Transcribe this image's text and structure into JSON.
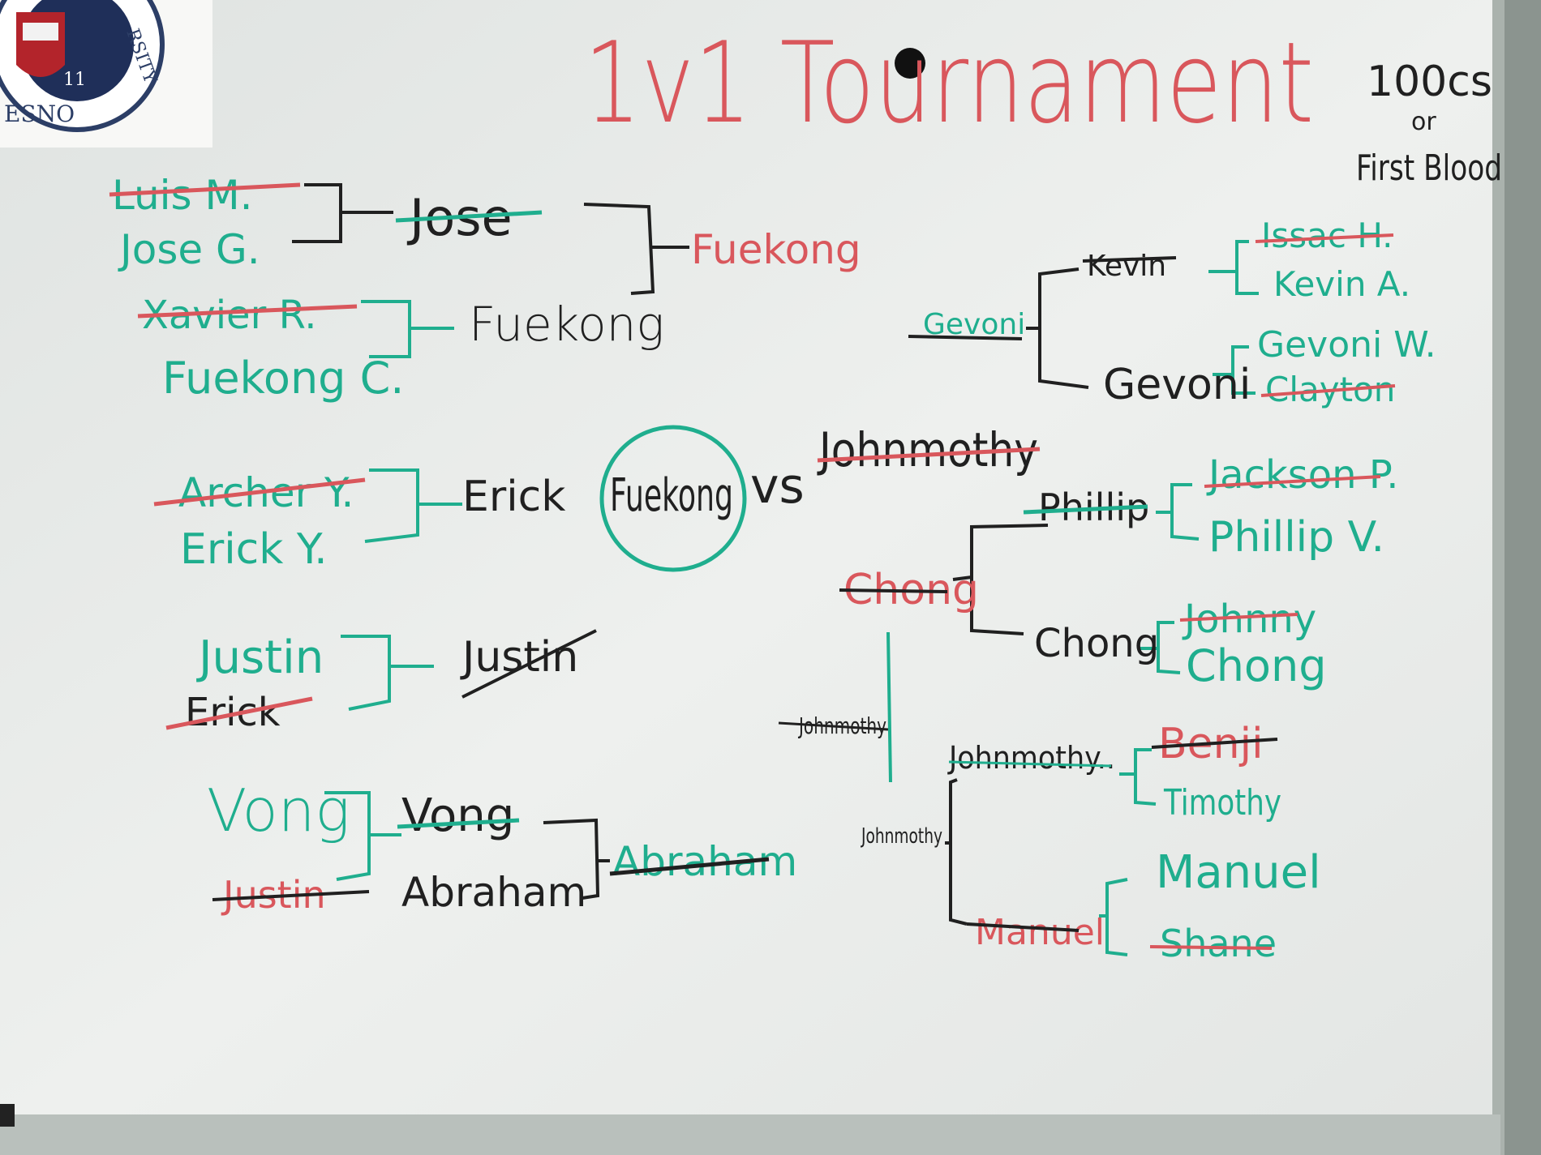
{
  "title": "1v1 Tournament",
  "rules": {
    "line1": "100cs",
    "line2": "or",
    "line3": "First Blood"
  },
  "colors": {
    "teal": "#1fae8e",
    "red": "#d9575c",
    "black": "#202020",
    "board": "#e9ecea"
  },
  "final": {
    "left": "Fuekong",
    "vs": "vs",
    "right": "Johnmothy"
  },
  "seal": {
    "text1": "RSITY",
    "text2": "ESNO",
    "number": "11"
  },
  "left_bracket": {
    "r1": [
      "Luis M.",
      "Jose G.",
      "Xavier R.",
      "Fuekong C.",
      "Archer Y.",
      "Erick Y.",
      "Justin",
      "Erick",
      "Vong",
      "Justin"
    ],
    "r2": [
      "Jose",
      "Fuekong",
      "Erick",
      "Justin",
      "Vong",
      "Abraham"
    ],
    "r3": [
      "Fuekong",
      "Abraham"
    ]
  },
  "right_bracket": {
    "r1": [
      "Issac H.",
      "Kevin A.",
      "Gevoni W.",
      "Clayton",
      "Jackson P.",
      "Phillip V.",
      "Johnny",
      "Chong",
      "Benji",
      "Timothy",
      "Manuel",
      "Shane"
    ],
    "r2": [
      "Kevin",
      "Gevoni",
      "Phillip",
      "Chong",
      "Johnmothy..",
      "Manuel"
    ],
    "r3": [
      "Gevoni",
      "Chong",
      "Johnmothy",
      "Johnmothy"
    ]
  }
}
